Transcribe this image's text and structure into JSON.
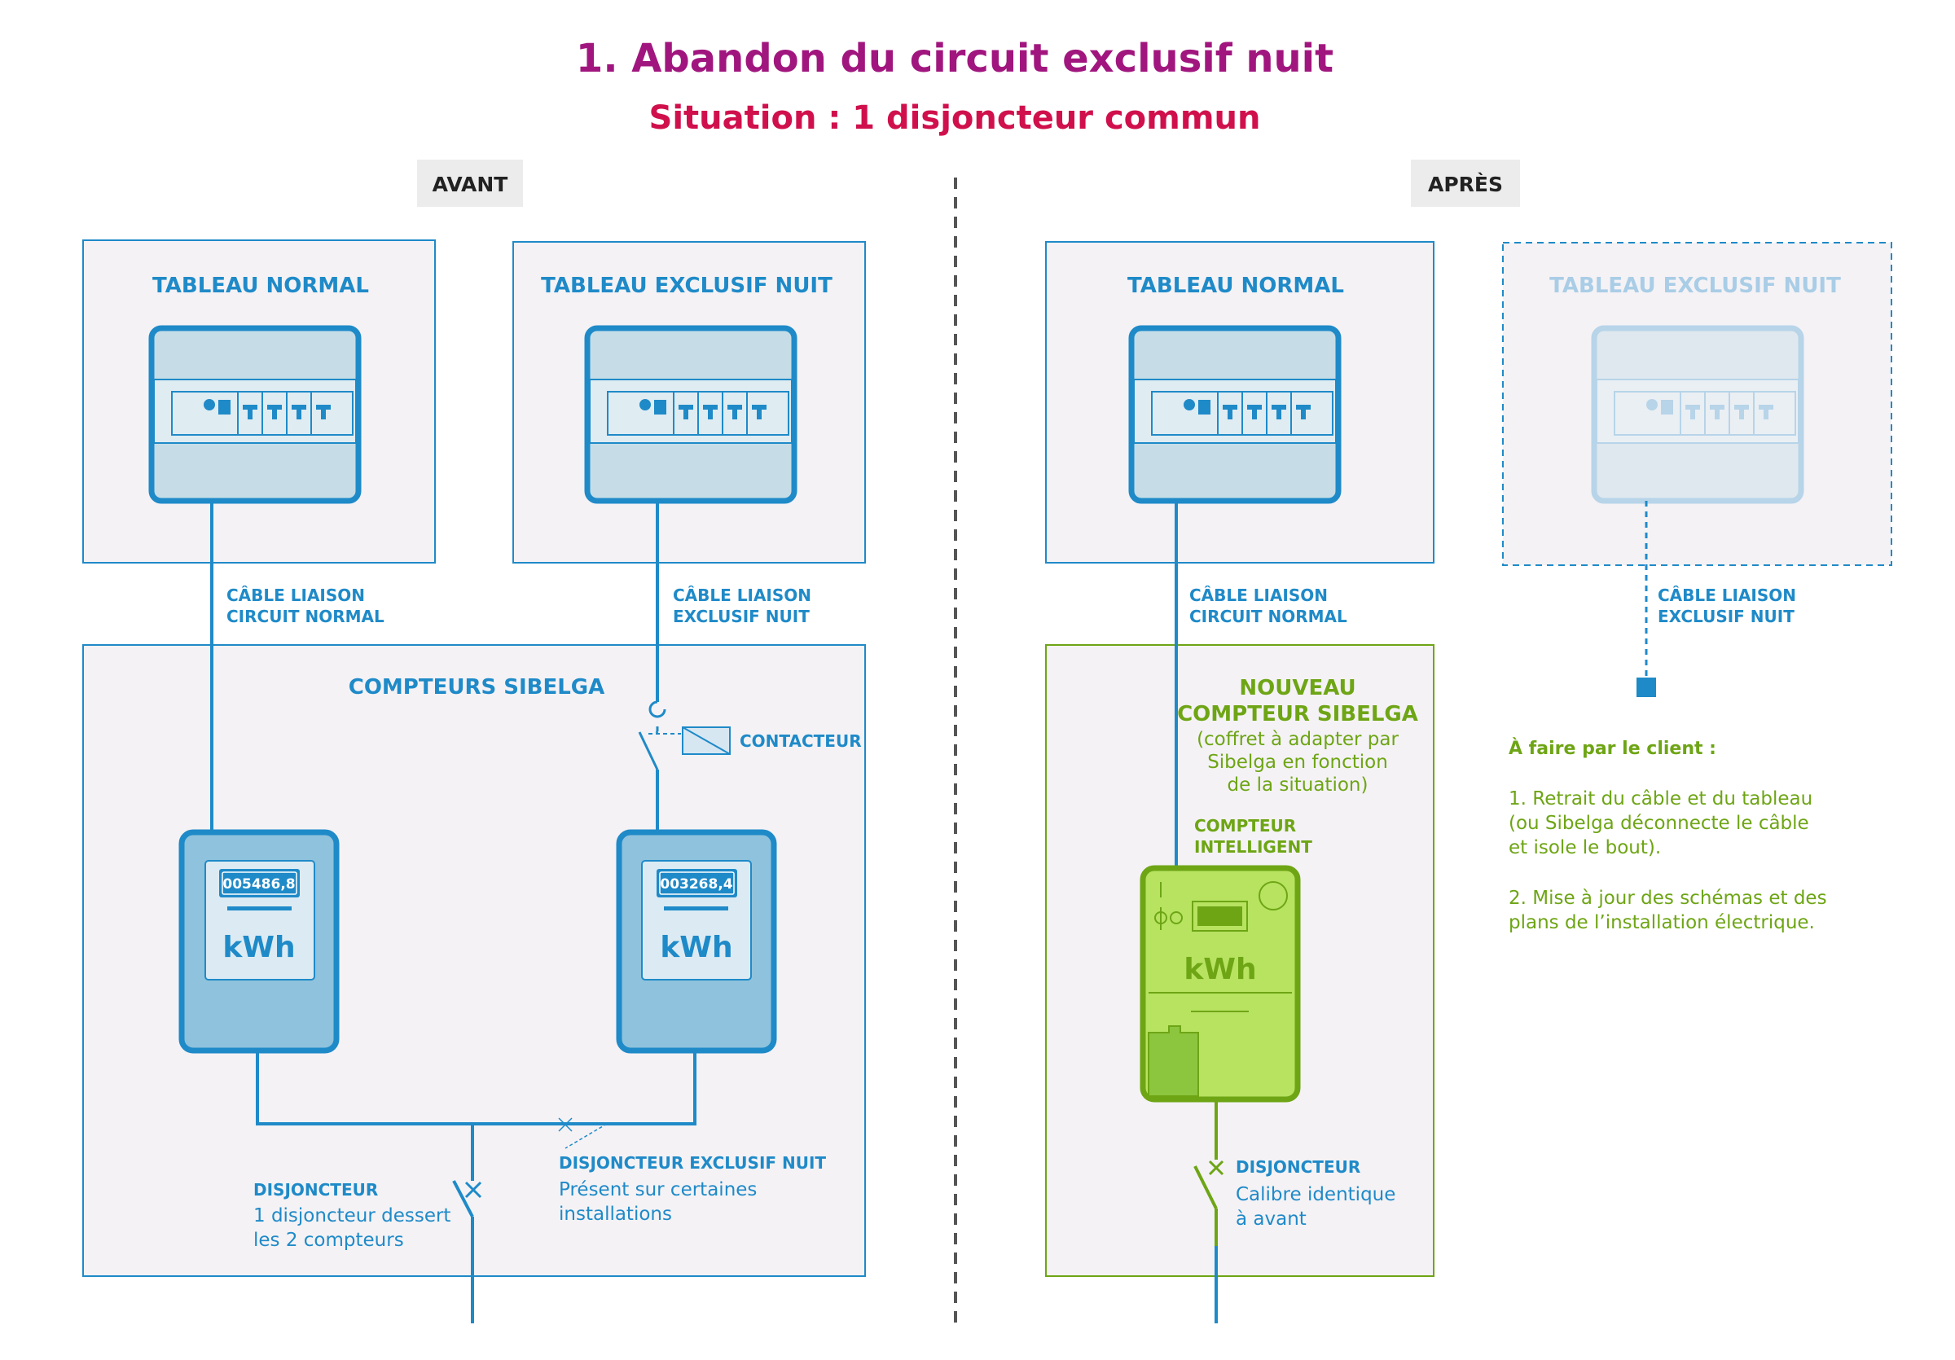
{
  "title": "1. Abandon du circuit exclusif nuit",
  "subtitle": "Situation : 1 disjoncteur commun",
  "avant": {
    "label": "AVANT",
    "tableau_normal": "TABLEAU NORMAL",
    "tableau_nuit": "TABLEAU EXCLUSIF NUIT",
    "cable_normal": [
      "CÂBLE LIAISON",
      "CIRCUIT NORMAL"
    ],
    "cable_nuit": [
      "CÂBLE LIAISON",
      "EXCLUSIF NUIT"
    ],
    "compteurs_title": "COMPTEURS SIBELGA",
    "contacteur": "CONTACTEUR",
    "meter1_reading": "005486,8",
    "meter2_reading": "003268,4",
    "meter_unit": "kWh",
    "disj_excl_title": "DISJONCTEUR EXCLUSIF NUIT",
    "disj_excl_desc": [
      "Présent sur certaines",
      "installations"
    ],
    "disj_title": "DISJONCTEUR",
    "disj_desc": [
      "1 disjoncteur dessert",
      "les 2 compteurs"
    ]
  },
  "apres": {
    "label": "APRÈS",
    "tableau_normal": "TABLEAU NORMAL",
    "tableau_nuit": "TABLEAU EXCLUSIF NUIT",
    "cable_normal": [
      "CÂBLE LIAISON",
      "CIRCUIT NORMAL"
    ],
    "cable_nuit": [
      "CÂBLE LIAISON",
      "EXCLUSIF NUIT"
    ],
    "nouveau_title": [
      "NOUVEAU",
      "COMPTEUR SIBELGA"
    ],
    "nouveau_desc": [
      "(coffret à adapter par",
      "Sibelga en fonction",
      "de la situation)"
    ],
    "compteur_intelligent": [
      "COMPTEUR",
      "INTELLIGENT"
    ],
    "meter_unit": "kWh",
    "disj_title": "DISJONCTEUR",
    "disj_desc": [
      "Calibre identique",
      "à avant"
    ],
    "client_title": "À faire par le client :",
    "client_item1": [
      "1. Retrait du câble et du tableau",
      "(ou Sibelga déconnecte le câble",
      "et isole le bout)."
    ],
    "client_item2": [
      "2. Mise à jour des schémas et des",
      "plans de l’installation électrique."
    ]
  },
  "colors": {
    "title": "#a1167e",
    "subtitle": "#d0104c",
    "blue": "#1f8ac8",
    "green": "#6ea515",
    "panel_bg": "#f4f2f5",
    "faded": "#a9cde6"
  }
}
